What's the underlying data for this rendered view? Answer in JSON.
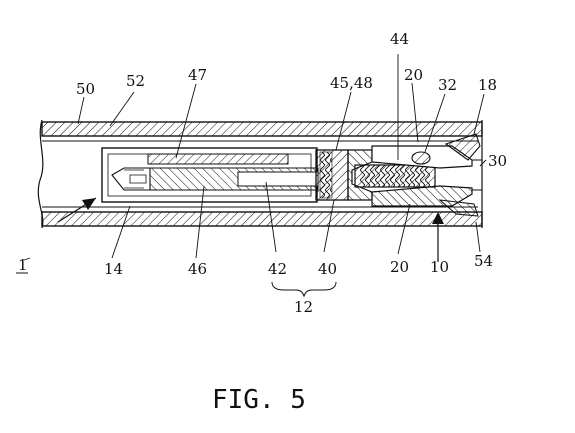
{
  "figure": {
    "caption": "FIG. 5",
    "labels": {
      "l50": "50",
      "l52": "52",
      "l47": "47",
      "l4548": "45,48",
      "l44": "44",
      "l20a": "20",
      "l32": "32",
      "l18": "18",
      "l30": "30",
      "l1": "1",
      "l14": "14",
      "l46": "46",
      "l42": "42",
      "l40": "40",
      "l20b": "20",
      "l10": "10",
      "l54": "54",
      "l12": "12"
    }
  }
}
